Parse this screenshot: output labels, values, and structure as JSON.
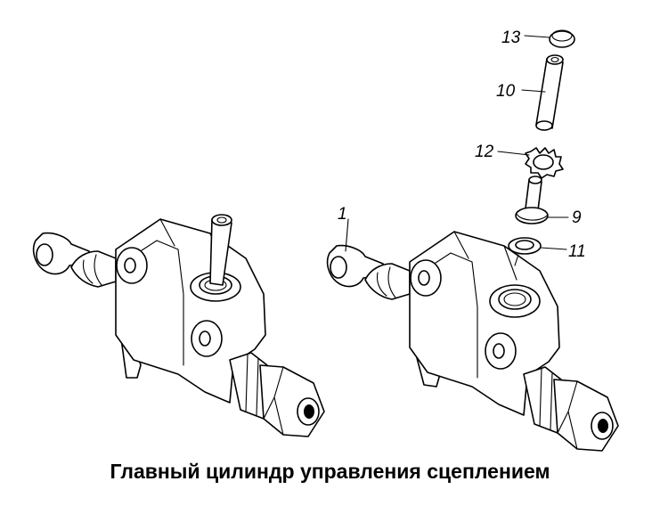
{
  "caption": "Главный цилиндр управления сцеплением",
  "callouts": [
    {
      "id": "c1",
      "label": "1"
    },
    {
      "id": "c13",
      "label": "13"
    },
    {
      "id": "c10",
      "label": "10"
    },
    {
      "id": "c12",
      "label": "12"
    },
    {
      "id": "c9",
      "label": "9"
    },
    {
      "id": "c11",
      "label": "11"
    }
  ],
  "colors": {
    "ink": "#000000",
    "paper": "#ffffff"
  }
}
